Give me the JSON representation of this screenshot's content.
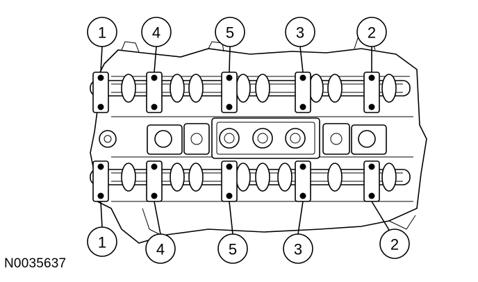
{
  "figure_id": "N0035637",
  "callouts_top": [
    "1",
    "4",
    "5",
    "3",
    "2"
  ],
  "callouts_bottom": [
    "1",
    "4",
    "5",
    "3",
    "2"
  ],
  "colors": {
    "line": "#000000",
    "background": "#ffffff"
  }
}
